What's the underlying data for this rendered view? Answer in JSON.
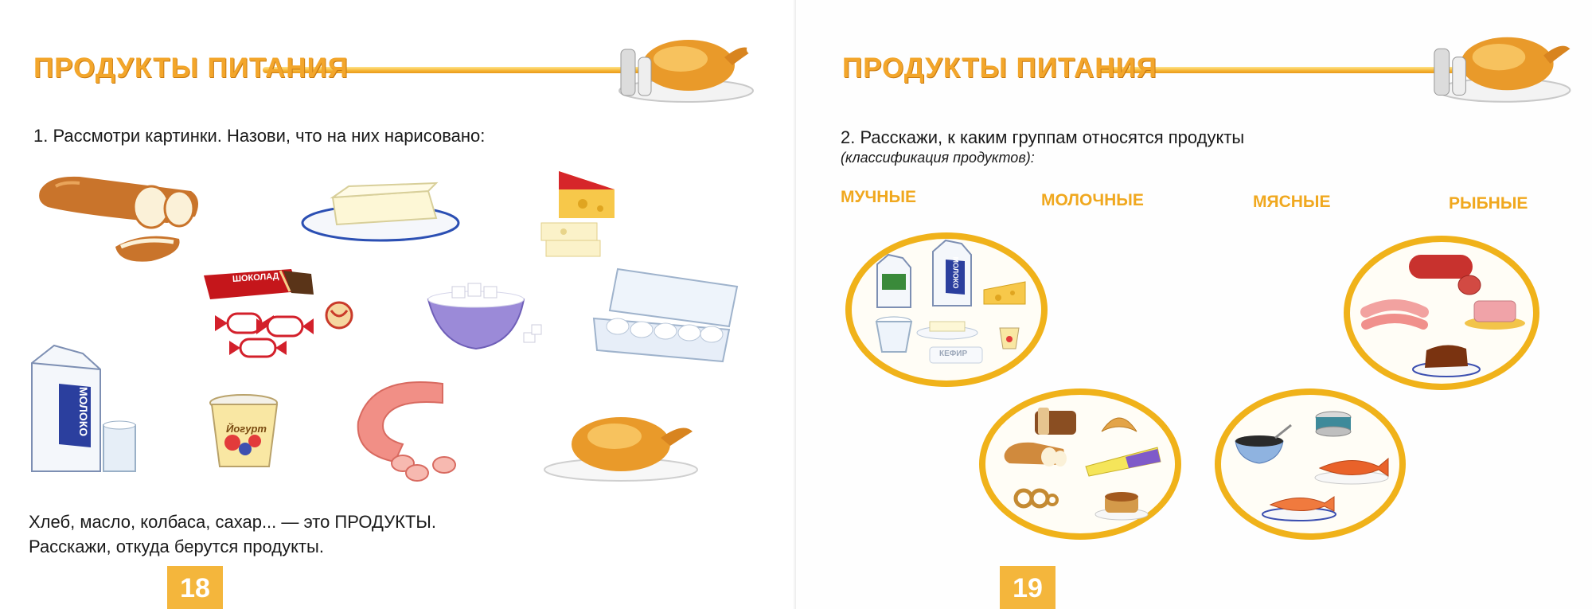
{
  "header": {
    "title": "ПРОДУКТЫ ПИТАНИЯ"
  },
  "left_page": {
    "task": "1. Рассмотри картинки. Назови, что на них нарисовано:",
    "bottom_line1": "Хлеб, масло, колбаса, сахар... — это ПРОДУКТЫ.",
    "bottom_line2": "Расскажи, откуда берутся продукты.",
    "page_number": "18",
    "item_labels": {
      "chocolate": "ШОКОЛАД",
      "milk": "МОЛОКО",
      "yogurt": "Йогурт"
    }
  },
  "right_page": {
    "task": "2. Расскажи, к каким группам относятся продукты",
    "subtitle": "(классификация продуктов):",
    "groups": [
      "МУЧНЫЕ",
      "МОЛОЧНЫЕ",
      "МЯСНЫЕ",
      "РЫБНЫЕ"
    ],
    "page_number": "19",
    "item_labels": {
      "milk": "МОЛОКО",
      "kefir": "КЕФИР"
    }
  },
  "colors": {
    "accent_orange": "#f0a81f",
    "ring_gold": "#f0b21a",
    "page_number_bg": "#f4b63c"
  },
  "icons": [
    "roast-chicken-icon",
    "salt-shaker-icon",
    "bread-icon",
    "butter-icon",
    "cheese-icon",
    "chocolate-bar-icon",
    "candy-icon",
    "sugar-bowl-icon",
    "egg-carton-icon",
    "milk-carton-icon",
    "yogurt-cup-icon",
    "sausage-icon",
    "fish-icon",
    "caviar-icon",
    "croissant-icon",
    "cake-icon"
  ]
}
